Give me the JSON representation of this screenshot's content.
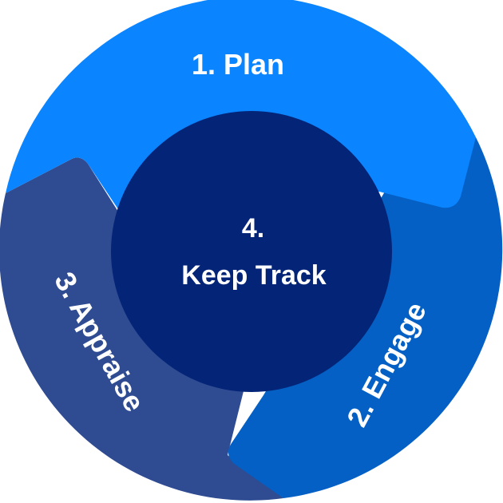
{
  "diagram": {
    "segments": [
      {
        "label": "1. Plan",
        "color": "#0a84ff"
      },
      {
        "label": "2. Engage",
        "color": "#0460c4"
      },
      {
        "label": "3. Appraise",
        "color": "#2f4b91"
      }
    ],
    "center": {
      "line1": "4.",
      "line2": "Keep Track",
      "color": "#042478"
    }
  }
}
